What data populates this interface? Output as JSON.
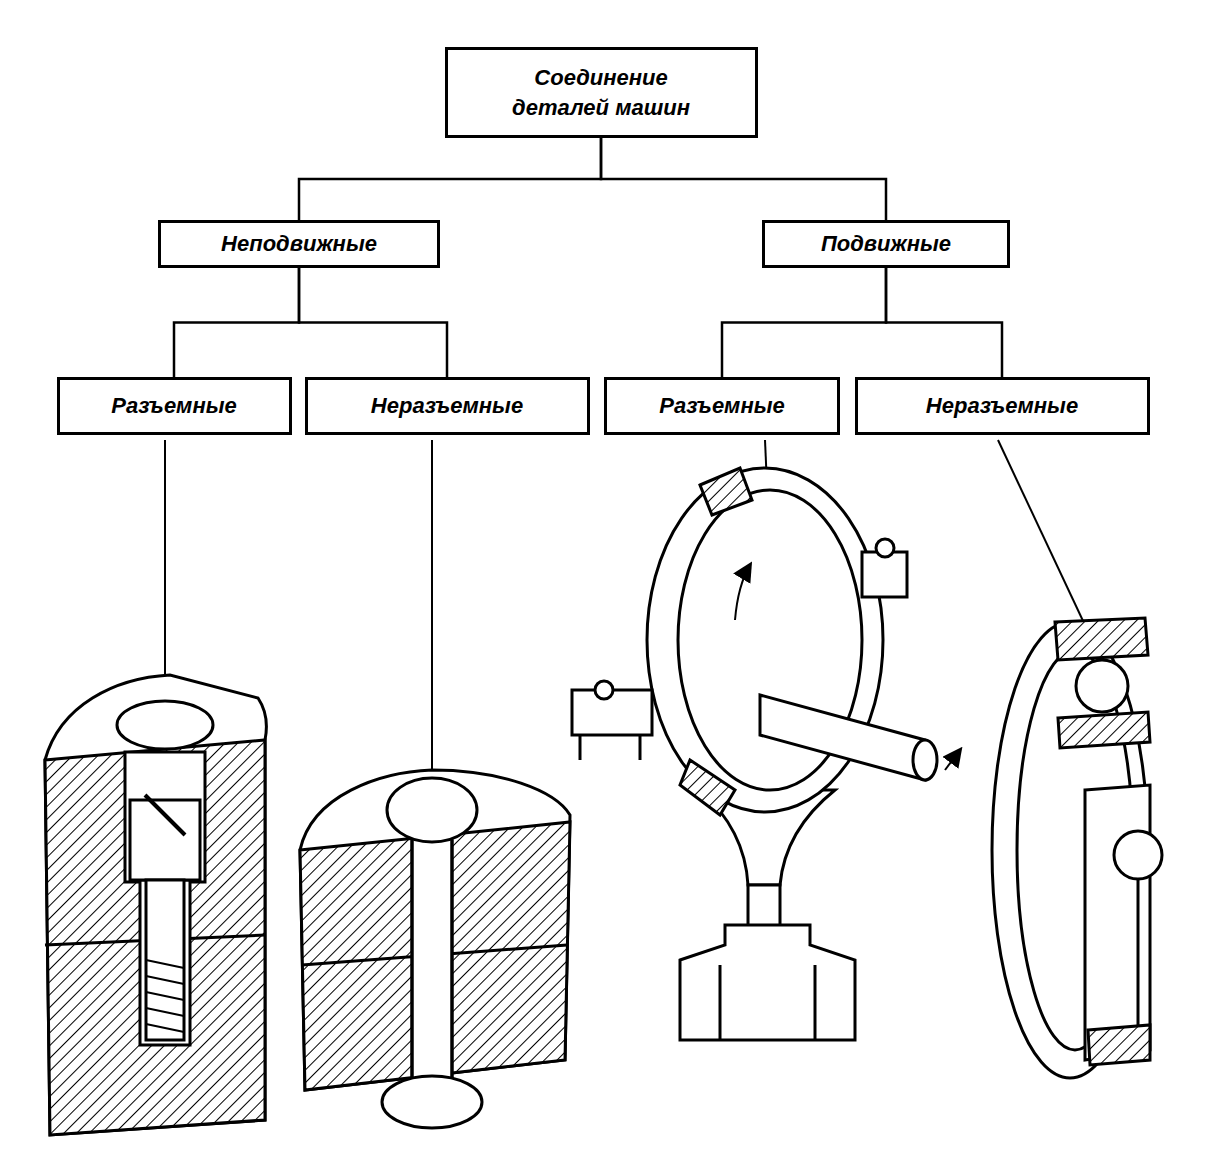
{
  "diagram": {
    "nodes": [
      {
        "text": [
          "Соединение деталей машин"
        ]
      },
      {
        "text": [
          "Неподвижные"
        ]
      },
      {
        "text": [
          "Подвижные"
        ]
      },
      {
        "text": [
          "Разъемные"
        ]
      },
      {
        "text": [
          "Неразъемные"
        ]
      },
      {
        "text": [
          "Разъемные"
        ]
      },
      {
        "text": [
          "Неразъемные"
        ]
      }
    ],
    "edges": [
      {
        "from": 0,
        "to": 1,
        "arrow": "none"
      },
      {
        "from": 0,
        "to": 2,
        "arrow": "none"
      },
      {
        "from": 1,
        "to": 3,
        "arrow": "none"
      },
      {
        "from": 1,
        "to": 4,
        "arrow": "none"
      },
      {
        "from": 2,
        "to": 5,
        "arrow": "none"
      },
      {
        "from": 2,
        "to": 6,
        "arrow": "none"
      }
    ]
  }
}
